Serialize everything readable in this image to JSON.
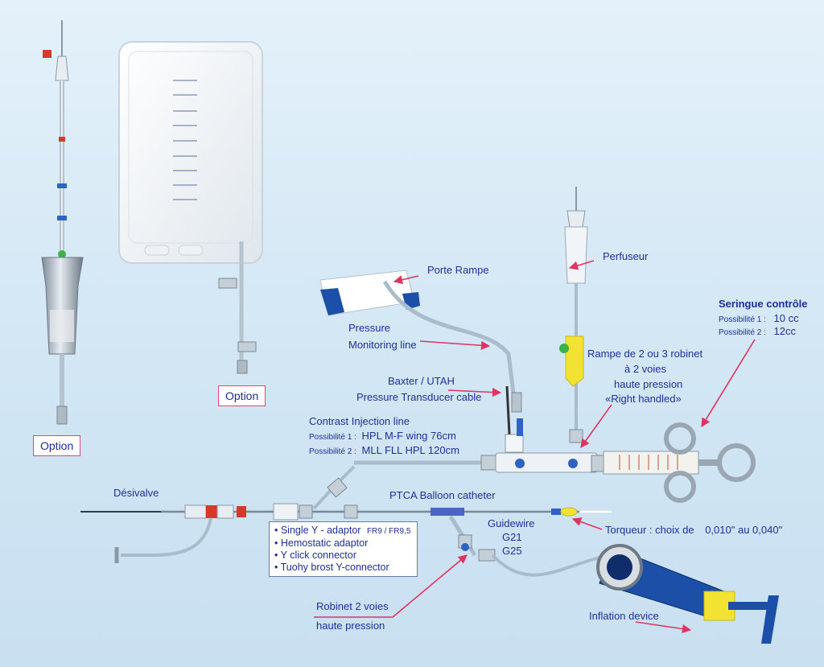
{
  "option_labels": [
    "Option",
    "Option"
  ],
  "labels": {
    "porte_rampe": "Porte Rampe",
    "perfuseur": "Perfuseur",
    "seringue_title": "Seringue contrôle",
    "seringue_p1_label": "Possibilité 1 :",
    "seringue_p1_value": "10 cc",
    "seringue_p2_label": "Possibilité 2 :",
    "seringue_p2_value": "12cc",
    "pressure": "Pressure",
    "monitoring_line": "Monitoring line",
    "rampe_1": "Rampe de 2 ou 3 robinet",
    "rampe_2": "à 2 voies",
    "rampe_3": "haute pression",
    "rampe_4": "«Right handled»",
    "baxter": "Baxter / UTAH",
    "pressure_transducer": "Pressure Transducer cable",
    "contrast_title": "Contrast Injection line",
    "contrast_p1_label": "Possibilité 1 :",
    "contrast_p1_value": "HPL M-F wing   76cm",
    "contrast_p2_label": "Possibilité 2 :",
    "contrast_p2_value": "MLL FLL HPL  120cm",
    "desivalve": "Désivalve",
    "ptca": "PTCA Balloon catheter",
    "guidewire": "Guidewire",
    "g21": "G21",
    "g25": "G25",
    "torqueur_label": "Torqueur : choix de",
    "torqueur_value": "0,010\" au 0,040\"",
    "robinet_1": "Robinet 2 voies",
    "robinet_2": "haute pression",
    "inflation": "Inflation device"
  },
  "adaptor_list": [
    {
      "text": "• Single Y - adaptor",
      "suffix": "FR9 / FR9,5"
    },
    {
      "text": "• Hemostatic adaptor",
      "suffix": ""
    },
    {
      "text": "• Y click connector",
      "suffix": ""
    },
    {
      "text": "• Tuohy brost Y-connector",
      "suffix": ""
    }
  ],
  "colors": {
    "label_text": "#1f2f9a",
    "arrow": "#e0335f",
    "box_border": "#e04670",
    "tubing": "#a9bccb",
    "device_yellow": "#f2e232",
    "device_blue": "#1c4fa8"
  }
}
